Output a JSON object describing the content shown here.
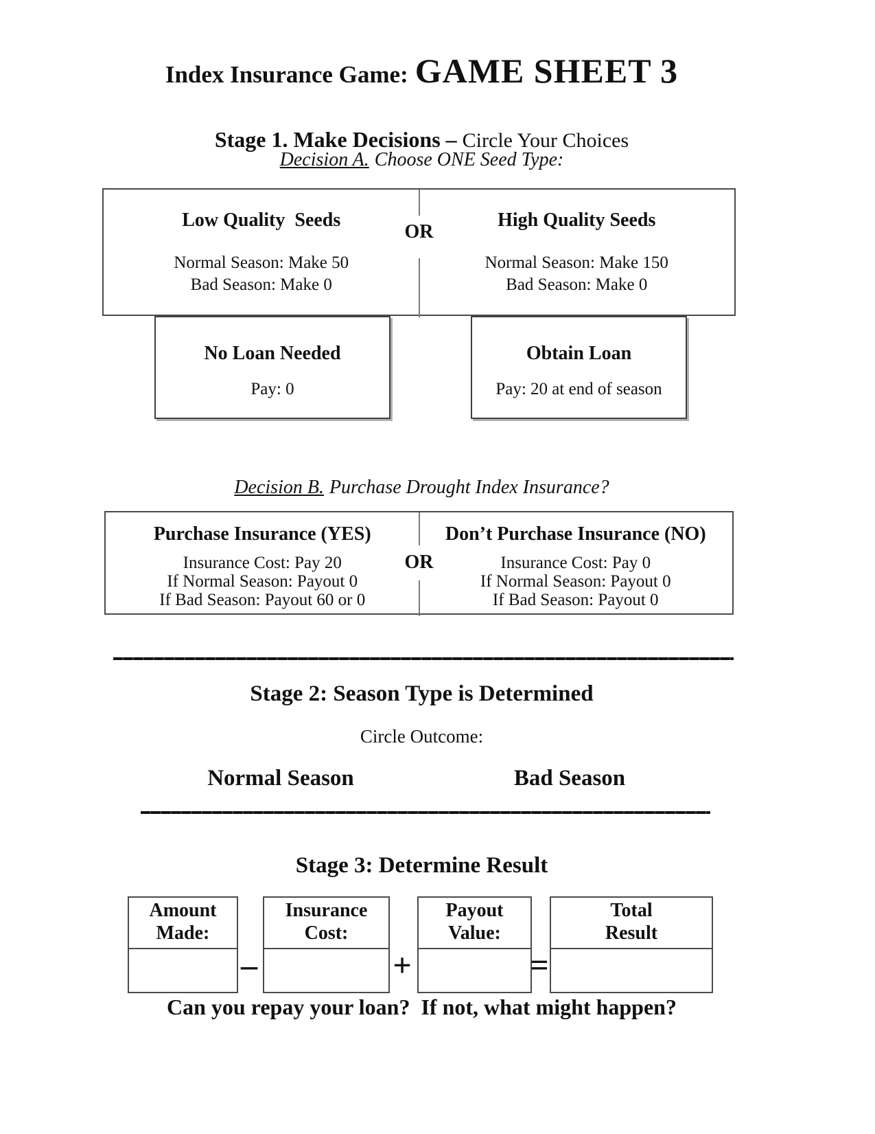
{
  "colors": {
    "paper": "#ffffff",
    "ink": "#111111"
  },
  "title": {
    "prefix": "Index Insurance Game:",
    "main": "GAME SHEET 3"
  },
  "stage1": {
    "heading_bold": "Stage 1. Make Decisions –",
    "heading_regular": "Circle Your Choices",
    "decision_a_label": "Decision A.",
    "decision_a_text": "Choose ONE Seed Type:",
    "or": "OR",
    "seeds": [
      {
        "title": "Low Quality  Seeds",
        "normal": "Normal Season: Make 50",
        "bad": "Bad Season: Make 0"
      },
      {
        "title": "High Quality Seeds",
        "normal": "Normal Season: Make 150",
        "bad": "Bad Season: Make 0"
      }
    ],
    "loans": [
      {
        "title": "No Loan Needed",
        "detail": "Pay: 0"
      },
      {
        "title": "Obtain Loan",
        "detail": "Pay: 20 at end of season"
      }
    ],
    "decision_b_label": "Decision B.",
    "decision_b_text": "Purchase Drought Index Insurance?",
    "or_b": "OR",
    "insurance": [
      {
        "title": "Purchase Insurance (YES)",
        "cost": "Insurance Cost: Pay 20",
        "normal": "If Normal Season: Payout 0",
        "bad": "If Bad Season: Payout 60 or 0"
      },
      {
        "title": "Don’t Purchase Insurance (NO)",
        "cost": "Insurance Cost: Pay 0",
        "normal": "If Normal Season: Payout 0",
        "bad": "If Bad Season: Payout 0"
      }
    ]
  },
  "stage2": {
    "heading": "Stage 2: Season Type is Determined",
    "instruction": "Circle Outcome:",
    "outcomes": [
      "Normal Season",
      "Bad Season"
    ]
  },
  "stage3": {
    "heading": "Stage 3: Determine Result",
    "columns": [
      {
        "line1": "Amount",
        "line2": "Made:"
      },
      {
        "line1": "Insurance",
        "line2": "Cost:"
      },
      {
        "line1": "Payout",
        "line2": "Value:"
      },
      {
        "line1": "Total",
        "line2": "Result"
      }
    ],
    "operators": {
      "minus": "–",
      "plus": "+",
      "equals": "="
    },
    "question": "Can you repay your loan?  If not, what might happen?"
  }
}
